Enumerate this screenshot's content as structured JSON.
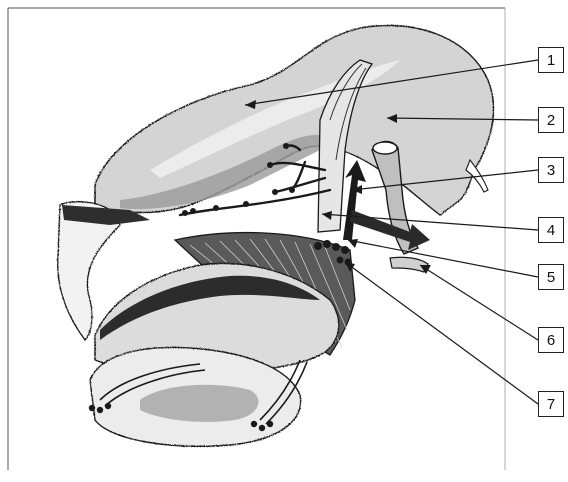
{
  "figure": {
    "labels": [
      {
        "id": "1",
        "text": "1"
      },
      {
        "id": "2",
        "text": "2"
      },
      {
        "id": "3",
        "text": "3"
      },
      {
        "id": "4",
        "text": "4"
      },
      {
        "id": "5",
        "text": "5"
      },
      {
        "id": "6",
        "text": "6"
      },
      {
        "id": "7",
        "text": "7"
      }
    ],
    "colors": {
      "ink": "#1a1a1a",
      "shade_dark": "#3a3a3a",
      "shade_mid": "#8a8a8a",
      "shade_light": "#c9c9c9",
      "paper": "#ffffff"
    }
  }
}
